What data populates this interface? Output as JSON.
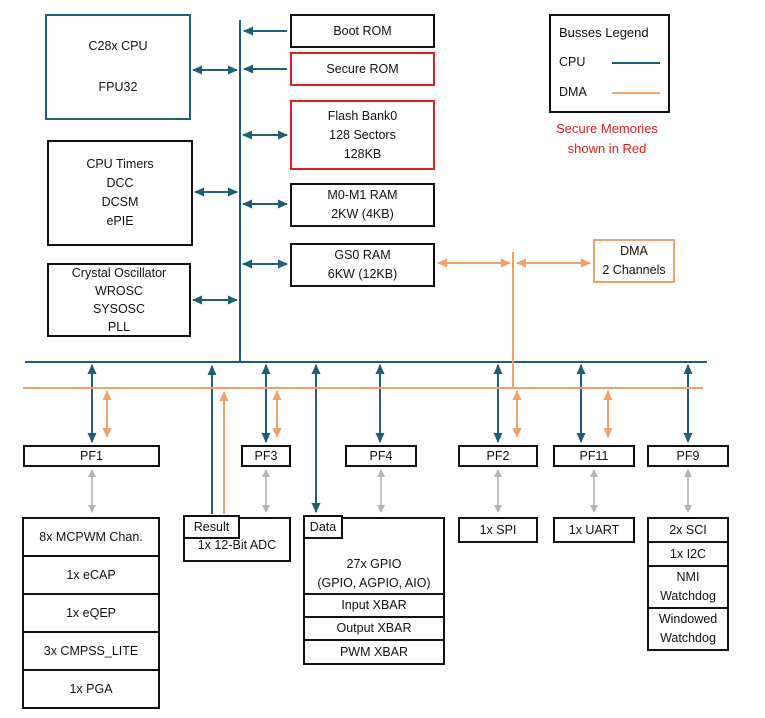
{
  "colors": {
    "cpu_bus": "#1e5f74",
    "dma_bus": "#efa26b",
    "secure_red": "#e01f1f",
    "peripheral_gray": "#b3b3b3"
  },
  "legend": {
    "title": "Busses Legend",
    "cpu_label": "CPU",
    "dma_label": "DMA",
    "note1": "Secure Memories",
    "note2": "shown in Red"
  },
  "cpu": {
    "c28x": [
      "C28x CPU",
      "FPU32"
    ],
    "timers": [
      "CPU Timers",
      "DCC",
      "DCSM",
      "ePIE"
    ],
    "osc": [
      "Crystal Oscillator",
      "WROSC",
      "SYSOSC",
      "PLL"
    ]
  },
  "memory": {
    "boot_rom": "Boot ROM",
    "secure_rom": "Secure ROM",
    "flash": [
      "Flash Bank0",
      "128 Sectors",
      "128KB"
    ],
    "m0m1": [
      "M0-M1 RAM",
      "2KW (4KB)"
    ],
    "gs0": [
      "GS0 RAM",
      "6KW (12KB)"
    ]
  },
  "dma": [
    "DMA",
    "2 Channels"
  ],
  "pf": {
    "pf1": "PF1",
    "pf3": "PF3",
    "pf4": "PF4",
    "pf2": "PF2",
    "pf11": "PF11",
    "pf9": "PF9"
  },
  "peripherals": {
    "analog_stack": [
      "8x MCPWM Chan.",
      "1x eCAP",
      "1x eQEP",
      "3x CMPSS_LITE",
      "1x PGA"
    ],
    "adc": {
      "tab": "Result",
      "label": "1x 12-Bit ADC"
    },
    "gpio": {
      "tab": "Data",
      "main": [
        "27x GPIO",
        "(GPIO, AGPIO, AIO)"
      ],
      "rows": [
        "Input XBAR",
        "Output XBAR",
        "PWM XBAR"
      ]
    },
    "spi": "1x SPI",
    "uart": "1x UART",
    "comms_stack": [
      "2x SCI",
      "1x I2C",
      "NMI Watchdog",
      "Windowed Watchdog"
    ]
  }
}
